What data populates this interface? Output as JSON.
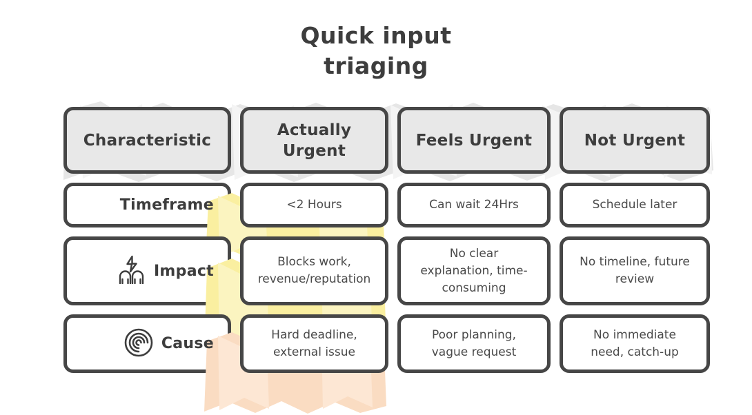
{
  "title": "Quick input\ntriaging",
  "colors": {
    "ink": "#3d3d3d",
    "border": "#464646",
    "header_fill": "#e8e8e8",
    "highlight_grey": "#e4e4e4",
    "highlight_yellow": "#faf0a5",
    "highlight_peach": "#fadcc2",
    "page_bg": "#ffffff"
  },
  "table": {
    "columns": [
      "Characteristic",
      "Actually\nUrgent",
      "Feels Urgent",
      "Not Urgent"
    ],
    "rows": [
      {
        "label": "Timeframe",
        "icon": null,
        "highlight": "yellow",
        "cells": [
          "<2 Hours",
          "Can wait 24Hrs",
          "Schedule later"
        ]
      },
      {
        "label": "Impact",
        "icon": "people-lightning-icon",
        "highlight": "yellow",
        "cells": [
          "Blocks work,\nrevenue/reputation",
          "No clear\nexplanation, time-\nconsuming",
          "No timeline, future\nreview"
        ]
      },
      {
        "label": "Cause",
        "icon": "spiral-icon",
        "highlight": "peach",
        "cells": [
          "Hard deadline,\nexternal issue",
          "Poor planning,\nvague request",
          "No immediate\nneed, catch-up"
        ]
      }
    ]
  }
}
